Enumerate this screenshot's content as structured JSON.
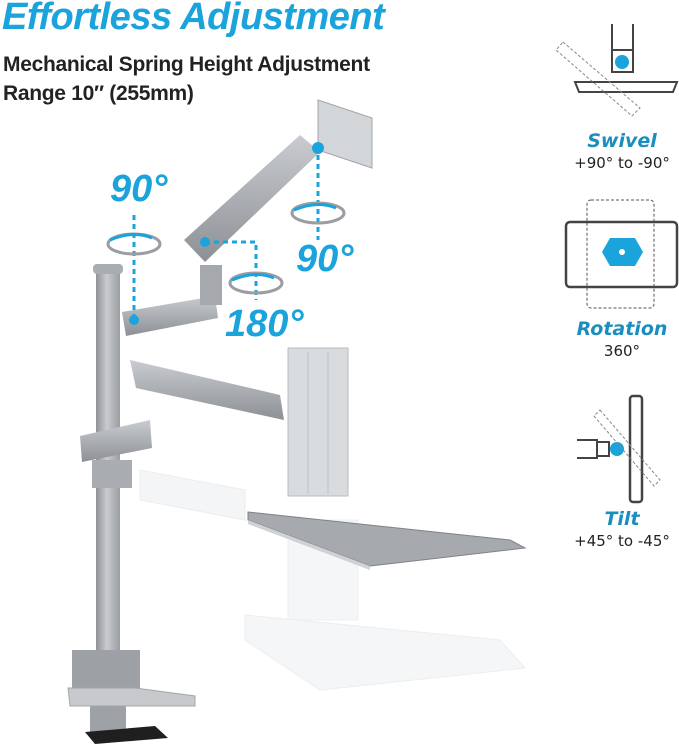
{
  "header": {
    "title": "Effortless Adjustment",
    "subtitle_line1": "Mechanical Spring Height Adjustment",
    "subtitle_line2": "Range 10″ (255mm)"
  },
  "callouts": {
    "pole_rotation": "90°",
    "elbow_rotation": "180°",
    "head_rotation": "90°"
  },
  "features": [
    {
      "icon": "swivel-icon",
      "label": "Swivel",
      "value": "+90° to -90°"
    },
    {
      "icon": "rotation-icon",
      "label": "Rotation",
      "value": "360°"
    },
    {
      "icon": "tilt-icon",
      "label": "Tilt",
      "value": "+45° to -45°"
    }
  ],
  "colors": {
    "accent": "#1ba3dc",
    "metal": "#b5b8bb",
    "text": "#222222"
  }
}
